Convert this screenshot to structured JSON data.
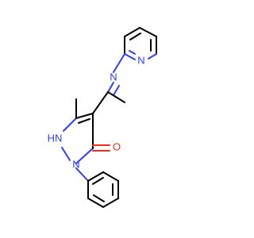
{
  "molecule": {
    "labels": {
      "imine_n": "N",
      "pyridine_n": "N",
      "ring_nh": "HN",
      "ring_n": "N",
      "carbonyl_o": "O"
    },
    "colors": {
      "bond": "#000000",
      "nitrogen": "#2f3cff",
      "oxygen": "#ff2a1a",
      "background": "#ffffff"
    }
  }
}
